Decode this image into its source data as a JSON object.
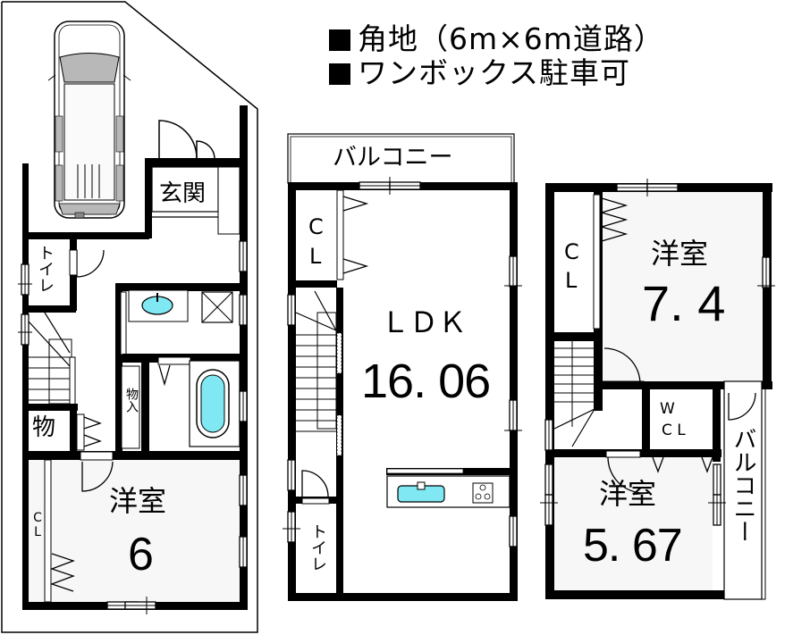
{
  "header": {
    "line1": "角地（6m×6m道路）",
    "line2": "ワンボックス駐車可"
  },
  "floors": {
    "floor1": {
      "rooms": {
        "entrance": "玄関",
        "toilet": "トイレ",
        "storage_small": "物",
        "storage_closet": "物入",
        "bedroom_label": "洋室",
        "bedroom_size": "6",
        "closet": "CL"
      },
      "features": [
        "car-parking",
        "washbasin",
        "washing-machine-space",
        "bathtub",
        "stairs"
      ]
    },
    "floor2": {
      "rooms": {
        "balcony": "バルコニー",
        "closet_c": "C",
        "closet_l": "L",
        "ldk_label": "ＬＤＫ",
        "ldk_size": "16. 06",
        "toilet": "トイレ"
      },
      "features": [
        "kitchen-sink",
        "stove",
        "stairs"
      ]
    },
    "floor3": {
      "rooms": {
        "closet_c": "C",
        "closet_l": "L",
        "bedroom1_label": "洋室",
        "bedroom1_size": "7. 4",
        "wcl_w": "W",
        "wcl_cl": "C L",
        "bedroom2_label": "洋室",
        "bedroom2_size": "5. 67",
        "balcony": "バルコニー"
      },
      "features": [
        "stairs"
      ]
    }
  },
  "colors": {
    "wall": "#000000",
    "fixture_water": "#7fe8f2",
    "room_fill": "#f7f7f7",
    "car_gray": "#b8b8b8"
  }
}
